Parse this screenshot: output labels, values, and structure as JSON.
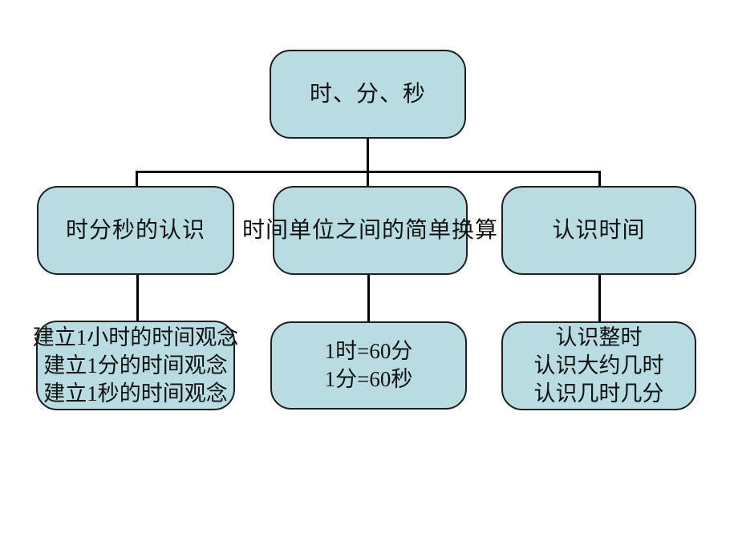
{
  "diagram": {
    "colors": {
      "slide_background": "#ffffff",
      "box_fill": "#b8dce2",
      "box_border": "#1f1f1f",
      "connector": "#000000",
      "text": "#111111"
    },
    "root": {
      "label": "时、分、秒"
    },
    "branches": [
      {
        "label": "时分秒的认识",
        "details": [
          "建立1小时的时间观念",
          "建立1分的时间观念",
          "建立1秒的时间观念"
        ]
      },
      {
        "label": "时间单位之间的简单换算",
        "details": [
          "1时=60分",
          "1分=60秒"
        ]
      },
      {
        "label": "认识时间",
        "details": [
          "认识整时",
          "认识大约几时",
          "认识几时几分"
        ]
      }
    ]
  }
}
